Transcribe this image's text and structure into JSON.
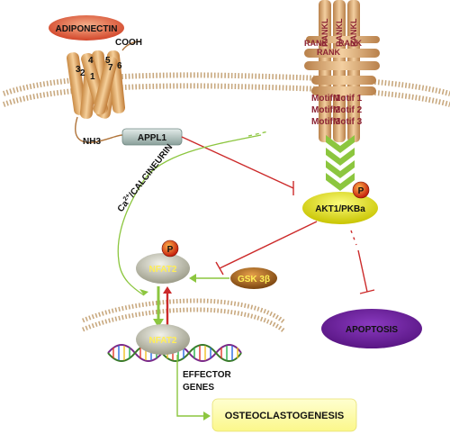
{
  "diagram": {
    "adiponectin": "ADIPONECTIN",
    "cooh": "COOH",
    "nh3": "NH3",
    "helix_numbers": [
      "4",
      "5",
      "3",
      "2",
      "1",
      "7",
      "6"
    ],
    "appl1": "APPL1",
    "rankl": [
      "RANKL",
      "RANKL",
      "RANKL"
    ],
    "rank": [
      "RANK",
      "RANK",
      "RANK"
    ],
    "motifs": [
      "Motif 1",
      "Motif 1",
      "Motif 2",
      "Motif 2",
      "Motif 3",
      "Motif 3"
    ],
    "calcineurin_prefix": "Ca",
    "calcineurin_sup": "2+",
    "calcineurin_suffix": "/CALCINEURIN",
    "akt": "AKT1/PKBa",
    "phospho": "P",
    "nfat_cyto": "NFAT2",
    "nfat_nuc": "NFAT2",
    "gsk": "GSK 3β",
    "apoptosis": "APOPTOSIS",
    "effector_genes": [
      "EFFECTOR",
      "GENES"
    ],
    "osteoclastogenesis": "OSTEOCLASTOGENESIS"
  },
  "colors": {
    "inhibition": "#cc2a2a",
    "activation": "#8cc63f",
    "membrane": "#caa883",
    "receptor": "#e0a868",
    "motif_text": "#8b2233",
    "akt_fill": "#e6e600",
    "apoptosis_fill": "#6a1a9e",
    "osteo_fill": "#ffffa8"
  }
}
